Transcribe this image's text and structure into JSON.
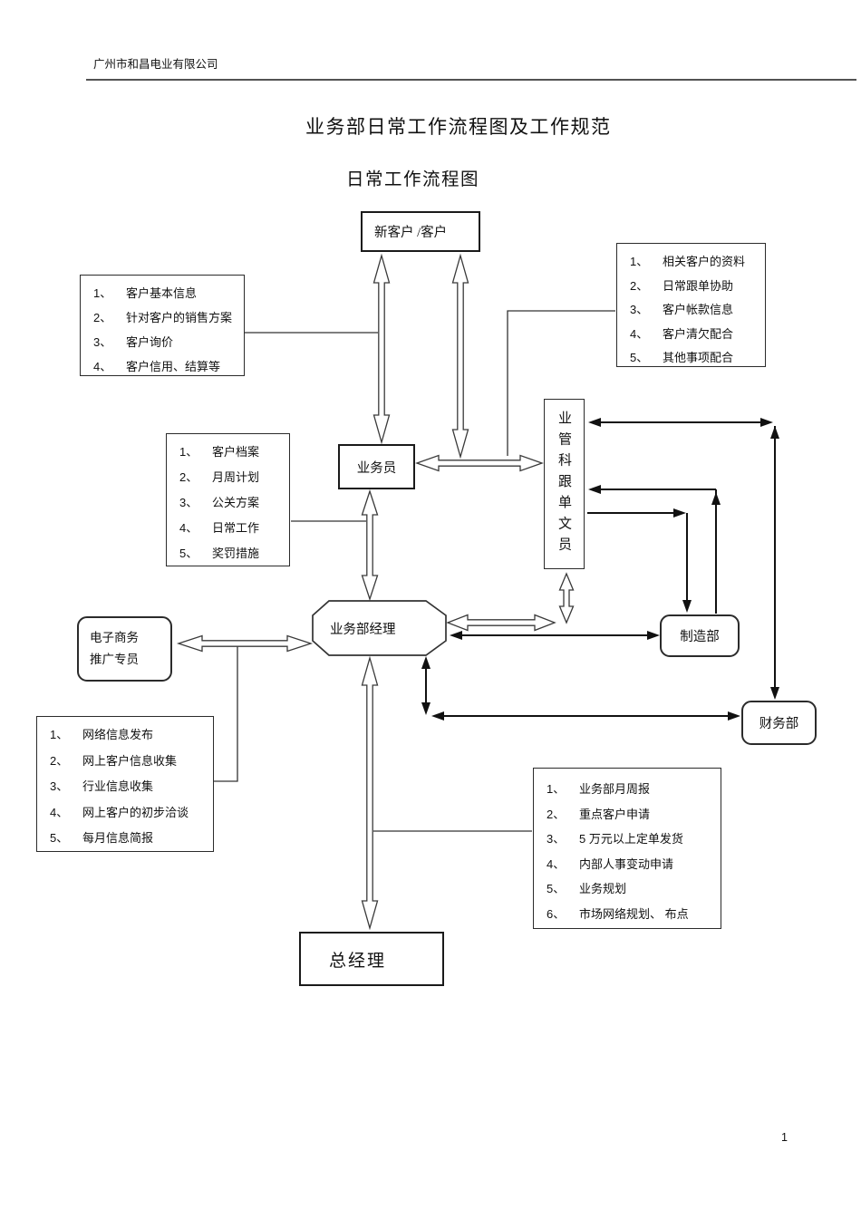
{
  "page": {
    "header": "广州市和昌电业有限公司",
    "title": "业务部日常工作流程图及工作规范",
    "subtitle": "日常工作流程图",
    "page_number": "1"
  },
  "colors": {
    "line": "#1a1a1a",
    "background": "#ffffff"
  },
  "nodes": {
    "new_customer": {
      "label": "新客户 /客户"
    },
    "salesman": {
      "label": "业务员"
    },
    "order_clerk": {
      "label": "业管科跟单文员"
    },
    "dept_manager": {
      "label": "业务部经理"
    },
    "ecommerce": {
      "line1": "电子商务",
      "line2": "推广专员"
    },
    "manufacturing": {
      "label": "制造部"
    },
    "finance": {
      "label": "财务部"
    },
    "general_manager": {
      "label": "总经理"
    }
  },
  "lists": {
    "customer_info": {
      "items": [
        {
          "num": "1、",
          "text": "客户基本信息"
        },
        {
          "num": "2、",
          "text": "针对客户的销售方案"
        },
        {
          "num": "3、",
          "text": "客户询价"
        },
        {
          "num": "4、",
          "text": "客户信用、结算等"
        }
      ]
    },
    "related_support": {
      "items": [
        {
          "num": "1、",
          "text": "相关客户的资料"
        },
        {
          "num": "2、",
          "text": "日常跟单协助"
        },
        {
          "num": "3、",
          "text": "客户帐款信息"
        },
        {
          "num": "4、",
          "text": "客户清欠配合"
        },
        {
          "num": "5、",
          "text": "其他事项配合"
        }
      ]
    },
    "salesman_docs": {
      "items": [
        {
          "num": "1、",
          "text": "客户档案"
        },
        {
          "num": "2、",
          "text": "月周计划"
        },
        {
          "num": "3、",
          "text": "公关方案"
        },
        {
          "num": "4、",
          "text": "日常工作"
        },
        {
          "num": "5、",
          "text": "奖罚措施"
        }
      ]
    },
    "web_tasks": {
      "items": [
        {
          "num": "1、",
          "text": "网络信息发布"
        },
        {
          "num": "2、",
          "text": "网上客户信息收集"
        },
        {
          "num": "3、",
          "text": "行业信息收集"
        },
        {
          "num": "4、",
          "text": "网上客户的初步洽谈"
        },
        {
          "num": "5、",
          "text": "每月信息简报"
        }
      ]
    },
    "gm_approvals": {
      "items": [
        {
          "num": "1、",
          "text": "业务部月周报"
        },
        {
          "num": "2、",
          "text": "重点客户申请"
        },
        {
          "num": "3、",
          "text": "5 万元以上定单发货"
        },
        {
          "num": "4、",
          "text": "内部人事变动申请"
        },
        {
          "num": "5、",
          "text": "业务规划"
        },
        {
          "num": "6、",
          "text": "市场网络规划、 布点"
        }
      ]
    }
  }
}
